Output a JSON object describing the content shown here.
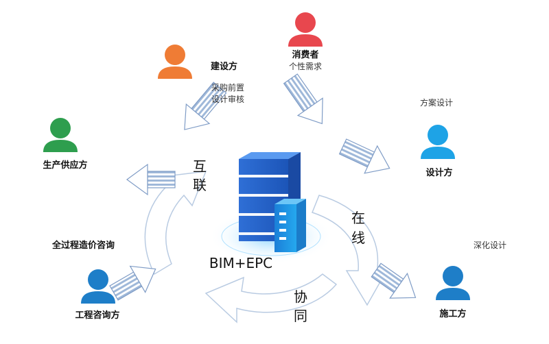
{
  "diagram": {
    "center_label": "BIM+EPC",
    "cycle_words": {
      "hu": "互",
      "lian": "联",
      "zai": "在",
      "xian": "线",
      "xie": "协",
      "tong": "同"
    },
    "roles": {
      "consumer": {
        "name": "消费者",
        "sub": "个性需求",
        "color": "#e8474e"
      },
      "builder": {
        "name": "建设方",
        "color": "#ef7c35"
      },
      "designer": {
        "name": "设计方",
        "color": "#1ea3e6"
      },
      "producer": {
        "name": "生产供应方",
        "color": "#2e9e4e"
      },
      "consultant": {
        "name": "工程咨询方",
        "color": "#1e7ec8"
      },
      "contractor": {
        "name": "施工方",
        "color": "#1e7ec8"
      }
    },
    "notes": {
      "builder_line1": "采购前置",
      "builder_line2": "设计审核",
      "designer": "方案设计",
      "consultant": "全过程造价咨询",
      "contractor": "深化设计"
    }
  }
}
